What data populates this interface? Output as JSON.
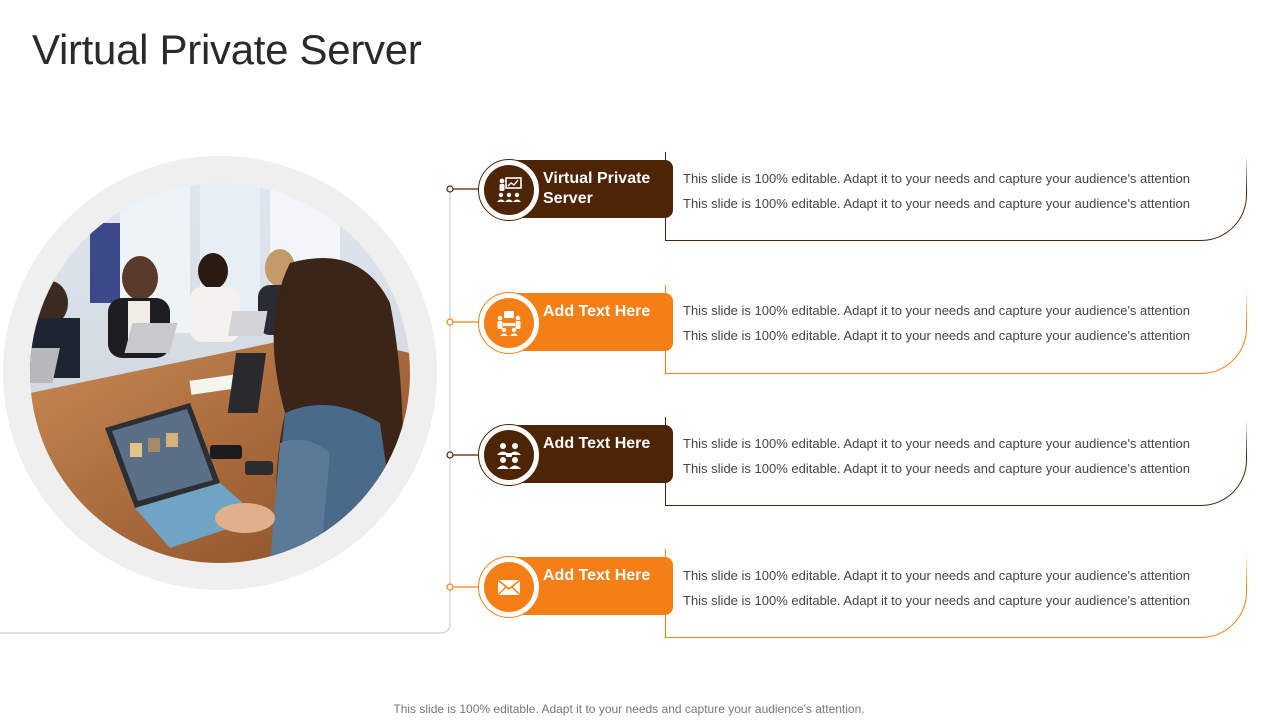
{
  "slide": {
    "title": "Virtual Private Server",
    "footer": "This slide is 100% editable. Adapt it to your needs and capture your audience's attention."
  },
  "photo": {
    "subject": "meeting-photo"
  },
  "colors": {
    "brown": "#4e2406",
    "orange": "#f57f17"
  },
  "items": [
    {
      "label": "Virtual Private Server",
      "color": "brown",
      "icon": "presentation-audience-icon",
      "lines": [
        "This slide is 100% editable. Adapt it to your needs and capture your audience's attention",
        "This slide is 100% editable. Adapt it to your needs and capture your audience's attention"
      ]
    },
    {
      "label": "Add Text Here",
      "color": "orange",
      "icon": "team-meeting-icon",
      "lines": [
        "This slide is 100% editable. Adapt it to your needs and capture your audience's attention",
        "This slide is 100% editable. Adapt it to your needs and capture your audience's attention"
      ]
    },
    {
      "label": "Add Text Here",
      "color": "brown",
      "icon": "group-discussion-icon",
      "lines": [
        "This slide is 100% editable. Adapt it to your needs and capture your audience's attention",
        "This slide is 100% editable. Adapt it to your needs and capture your audience's attention"
      ]
    },
    {
      "label": "Add Text Here",
      "color": "orange",
      "icon": "envelope-icon",
      "lines": [
        "This slide is 100% editable. Adapt it to your needs and capture your audience's attention",
        "This slide is 100% editable. Adapt it to your needs and capture your audience's attention"
      ]
    }
  ]
}
